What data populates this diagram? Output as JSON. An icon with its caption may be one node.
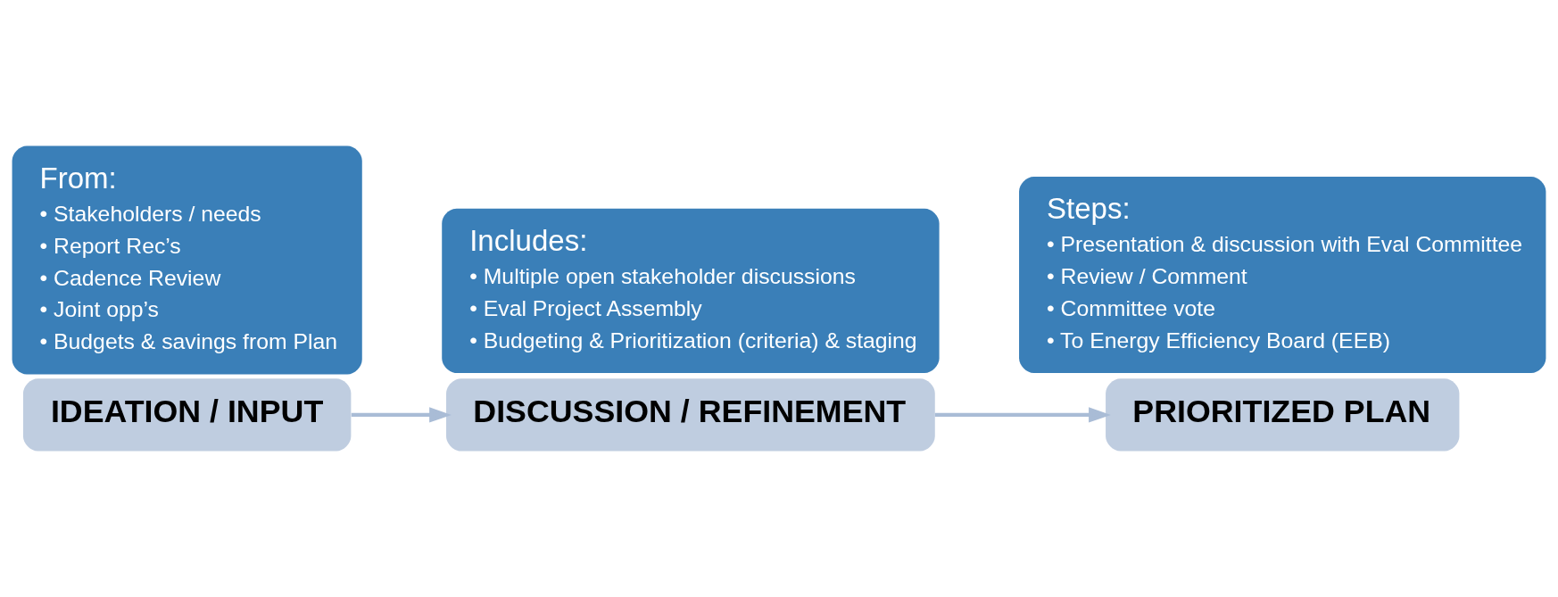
{
  "diagram": {
    "nodes": [
      {
        "text": [
          "IDEATION / INPUT"
        ]
      },
      {
        "text": [
          "From:",
          "• Stakeholders / needs",
          "• Report Rec’s",
          "• Cadence Review",
          "• Joint opp’s",
          "• Budgets & savings from Plan"
        ]
      },
      {
        "text": [
          "DISCUSSION / REFINEMENT"
        ]
      },
      {
        "text": [
          "Includes:",
          "• Multiple open stakeholder discussions",
          "• Eval Project Assembly",
          "• Budgeting & Prioritization (criteria) & staging"
        ]
      },
      {
        "text": [
          "PRIORITIZED PLAN"
        ]
      },
      {
        "text": [
          "Steps:",
          "• Presentation & discussion with Eval Committee",
          "• Review / Comment",
          "• Committee vote",
          "• To Energy Efficiency Board (EEB)"
        ]
      }
    ],
    "edges": [
      {
        "from": 0,
        "to": 2,
        "arrow": "to"
      },
      {
        "from": 2,
        "to": 4,
        "arrow": "to"
      }
    ]
  }
}
